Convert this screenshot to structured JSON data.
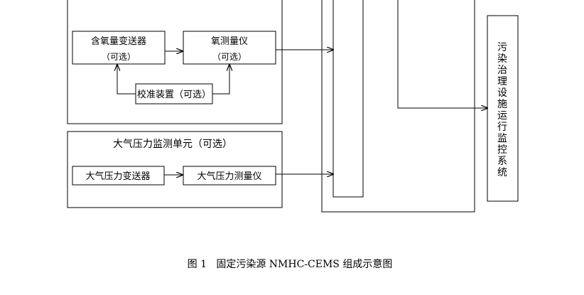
{
  "diagram": {
    "oxygen_unit": {
      "transmitter": {
        "line1": "含氧量变送器",
        "line2": "（可选）"
      },
      "meter": {
        "line1": "氧测量仪",
        "line2": "（可选）"
      },
      "calibration": "校准装置（可选）"
    },
    "pressure_unit": {
      "title": "大气压力监测单元（可选）",
      "transmitter": "大气压力变送器",
      "meter": "大气压力测量仪"
    },
    "control_system": [
      "污",
      "染",
      "治",
      "理",
      "设",
      "施",
      "运",
      "行",
      "监",
      "控",
      "系",
      "统"
    ]
  },
  "caption": "图 1   固定污染源 NMHC-CEMS 组成示意图"
}
